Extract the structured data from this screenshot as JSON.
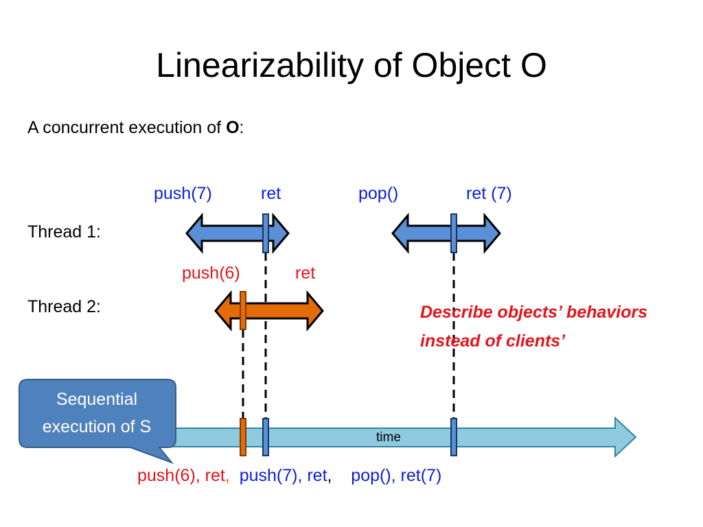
{
  "title": "Linearizability of Object O",
  "intro": {
    "text": "A concurrent execution of ",
    "object": "O",
    "colon": ":"
  },
  "thread1": {
    "label": "Thread 1:",
    "op1": {
      "call": "push(7)",
      "ret": "ret"
    },
    "op2": {
      "call": "pop()",
      "ret": "ret (7)"
    }
  },
  "thread2": {
    "label": "Thread 2:",
    "op1": {
      "call": "push(6)",
      "ret": "ret"
    }
  },
  "note": {
    "line1": "Describe objects’ behaviors",
    "line2": "instead of clients’"
  },
  "callout": {
    "line1": "Sequential",
    "line2": "execution of S"
  },
  "timeline": {
    "label": "time"
  },
  "sequence": {
    "part1": "push(6), ret",
    "comma1": ",",
    "part2": "push(7), ret",
    "comma2": ",",
    "part3": "pop(), ret(7)"
  },
  "colors": {
    "blue_arrow": "#5b8fd6",
    "orange_arrow": "#e36c09",
    "time_arrow": "#8ecbe0",
    "text_blue": "#0b1fd6",
    "text_red": "#e3141b",
    "callout": "#4f81bd"
  }
}
